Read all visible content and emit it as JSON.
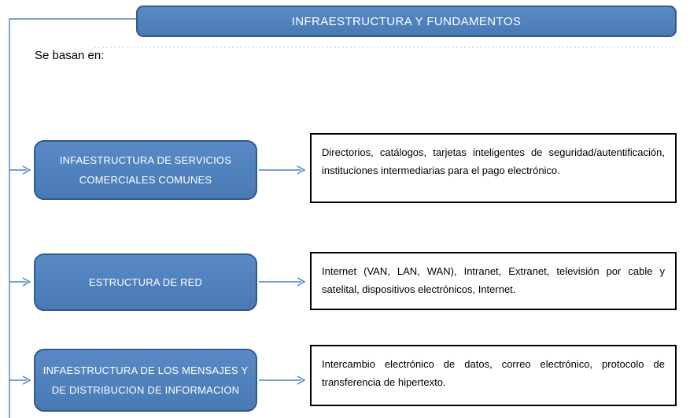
{
  "header": {
    "title": "INFRAESTRUCTURA Y FUNDAMENTOS"
  },
  "intro_label": "Se basan en:",
  "rows": [
    {
      "label_lines": [
        "INFAESTRUCTURA DE SERVICIOS",
        "COMERCIALES COMUNES"
      ],
      "description": "Directorios, catálogos, tarjetas inteligentes de seguridad/autentificación, instituciones intermediarias para el pago electrónico."
    },
    {
      "label_lines": [
        "ESTRUCTURA DE RED"
      ],
      "description": "Internet (VAN, LAN, WAN), Intranet, Extranet, televisión por cable y satelital, dispositivos electrónicos, Internet."
    },
    {
      "label_lines": [
        "INFAESTRUCTURA DE LOS MENSAJES Y",
        "DE DISTRIBUCION DE INFORMACION"
      ],
      "description": "Intercambio electrónico de datos, correo electrónico, protocolo de transferencia de hipertexto."
    }
  ],
  "colors": {
    "node_fill": "#4f81bd",
    "node_border": "#36598c",
    "connector": "#4f81bd",
    "node_text": "#ffffff",
    "description_border": "#000000",
    "description_text": "#000000",
    "dotted_guide": "#c9c9c9"
  }
}
